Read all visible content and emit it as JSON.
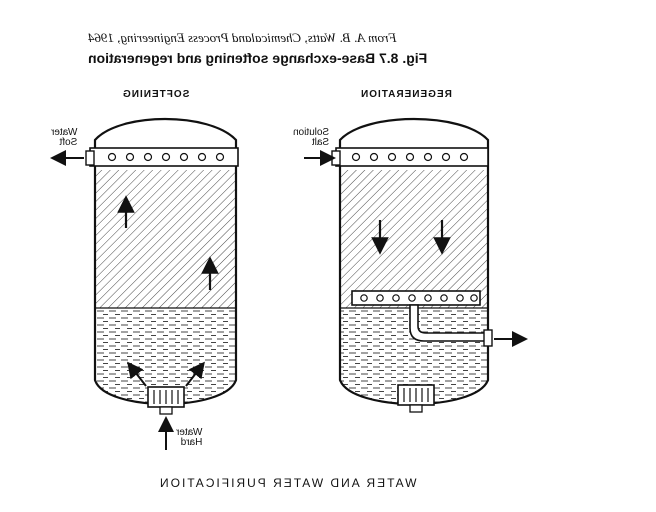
{
  "header": {
    "source_line": "From A. B. Watts, Chemicaland Process Engineering, 1964",
    "figure_title": "Fig. 8.7 Base-exchange softening and regeneration"
  },
  "vessels": {
    "softening": {
      "title": "SOFTENING",
      "outlet_label": [
        "Soft",
        "Water"
      ],
      "inlet_label": [
        "Hard",
        "Water"
      ]
    },
    "regeneration": {
      "title": "REGENERATION",
      "inlet_label": [
        "Salt",
        "Solution"
      ]
    }
  },
  "footer": "WATER AND WATER PURIFICATION",
  "colors": {
    "ink": "#111111",
    "paper": "#ffffff"
  }
}
